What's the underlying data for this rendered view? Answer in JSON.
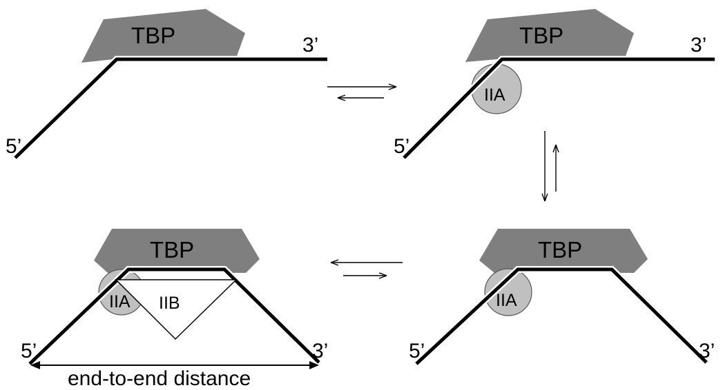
{
  "labels": {
    "tbp": "TBP",
    "iia": "IIA",
    "iib": "IIB",
    "five_prime": "5’",
    "three_prime": "3’",
    "end_to_end": "end-to-end distance"
  },
  "colors": {
    "tbp_fill": "#7f7f7f",
    "iia_fill": "#c0c0c0",
    "iib_fill": "#ffffff",
    "dna": "#000000"
  }
}
